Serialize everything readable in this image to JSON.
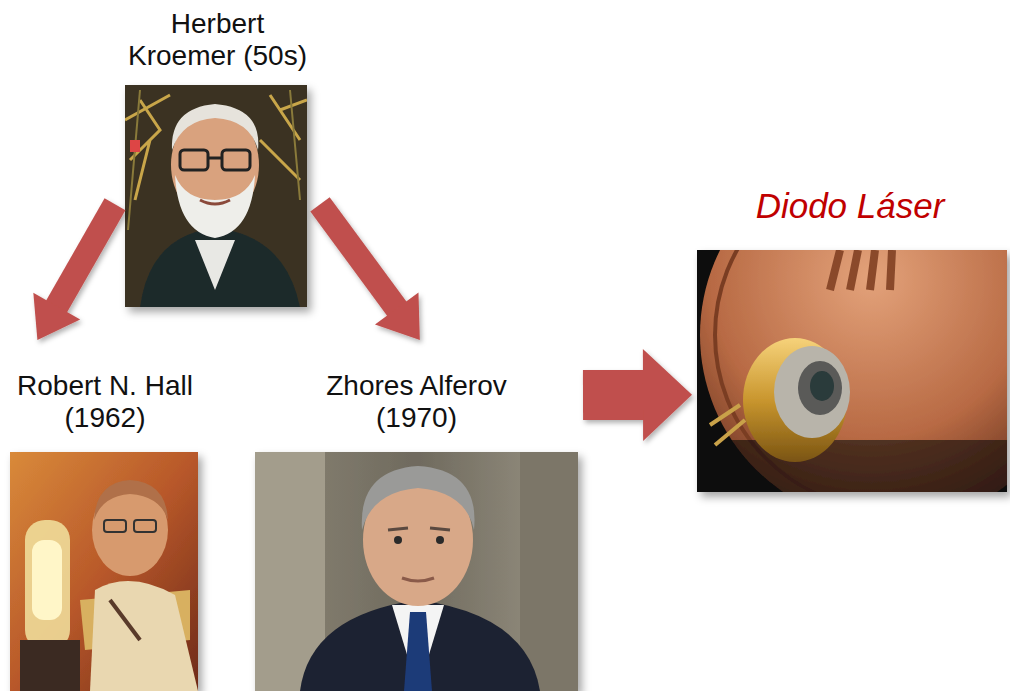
{
  "diagram": {
    "nodes": [
      {
        "text": [
          "Herbert Kroemer (50s)"
        ]
      },
      {
        "text": [
          "Robert N. Hall (1962)"
        ]
      },
      {
        "text": [
          "Zhores Alferov (1970)"
        ]
      },
      {
        "text": [
          "Diodo Láser"
        ]
      }
    ],
    "edges": [
      {
        "from": 0,
        "to": 1,
        "arrow": "to"
      },
      {
        "from": 0,
        "to": 2,
        "arrow": "to"
      },
      {
        "from": 2,
        "to": 3,
        "arrow": "to"
      }
    ]
  }
}
